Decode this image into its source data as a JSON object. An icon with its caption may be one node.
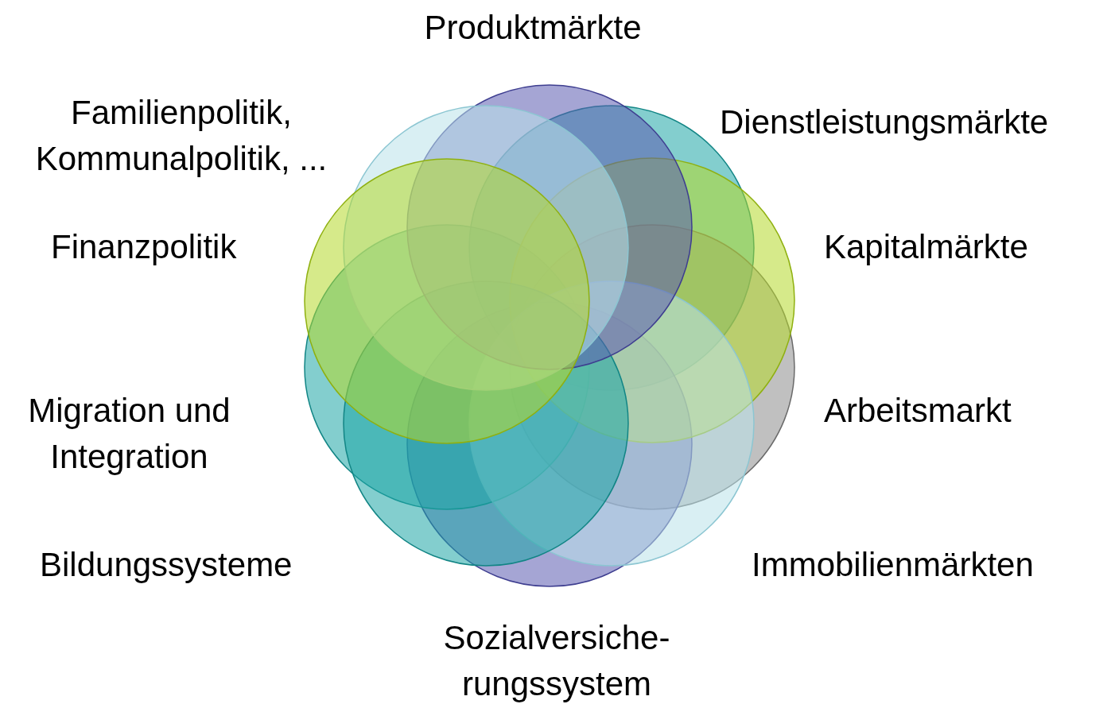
{
  "diagram": {
    "nodes": [
      {
        "text": [],
        "shape": "circle",
        "beside": [
          "Produktmärkte"
        ]
      },
      {
        "text": [],
        "shape": "circle",
        "beside": [
          "Dienstleistungsmärkte"
        ]
      },
      {
        "text": [],
        "shape": "circle",
        "beside": [
          "Kapitalmärkte"
        ]
      },
      {
        "text": [],
        "shape": "circle",
        "beside": [
          "Arbeitsmarkt"
        ]
      },
      {
        "text": [],
        "shape": "circle",
        "beside": [
          "Immobilienmärkten"
        ]
      },
      {
        "text": [],
        "shape": "circle",
        "beside": [
          "Sozialversiche- rungssystem"
        ]
      },
      {
        "text": [],
        "shape": "circle",
        "beside": [
          "Bildungssysteme"
        ]
      },
      {
        "text": [],
        "shape": "circle",
        "beside": [
          "Migration und Integration"
        ]
      },
      {
        "text": [],
        "shape": "circle",
        "beside": [
          "Finanzpolitik"
        ]
      },
      {
        "text": [],
        "shape": "circle",
        "beside": [
          "Familienpolitik, Kommunalpolitik, ..."
        ]
      }
    ]
  }
}
